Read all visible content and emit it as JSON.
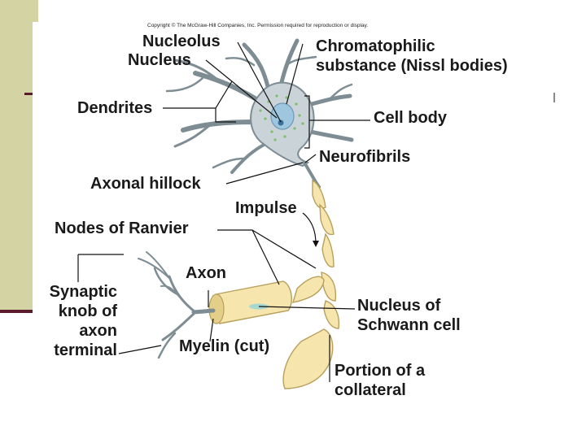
{
  "copyright": "Copyright © The McGraw-Hill Companies, Inc. Permission required for reproduction or display.",
  "labels": {
    "nucleolus": "Nucleolus",
    "nucleus": "Nucleus",
    "chromatophilic_1": "Chromatophilic",
    "chromatophilic_2": "substance (Nissl bodies)",
    "dendrites": "Dendrites",
    "cell_body": "Cell body",
    "neurofibrils": "Neurofibrils",
    "axonal_hillock": "Axonal hillock",
    "impulse": "Impulse",
    "nodes_of_ranvier": "Nodes of Ranvier",
    "axon": "Axon",
    "synaptic_1": "Synaptic",
    "synaptic_2": "knob of",
    "synaptic_3": "axon",
    "synaptic_4": "terminal",
    "myelin": "Myelin (cut)",
    "schwann_1": "Nucleus of",
    "schwann_2": "Schwann cell",
    "collateral_1": "Portion of a",
    "collateral_2": "collateral"
  },
  "colors": {
    "cell_body": "#c9d3d8",
    "cell_outline": "#7e8c94",
    "nucleus": "#9ec6de",
    "nissl": "#7fbf6a",
    "myelin": "#f6e6ad",
    "myelin_outline": "#b89f5c",
    "leader": "#111111"
  }
}
